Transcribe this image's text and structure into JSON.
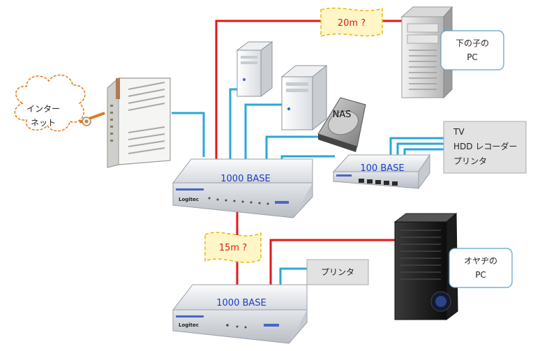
{
  "labels": {
    "internet_line1": "インター",
    "internet_line2": "ネット",
    "distance_top": "20m ?",
    "distance_middle": "15m ?",
    "kid_pc_line1": "下の子の",
    "kid_pc_line2": "PC",
    "dad_pc_line1": "オヤヂの",
    "dad_pc_line2": "PC",
    "nas": "NAS",
    "switch_main": "1000 BASE",
    "switch_small": "100 BASE",
    "switch_bottom": "1000 BASE",
    "devices_line1": "TV",
    "devices_line2": "HDD レコーダー",
    "devices_line3": "プリンタ",
    "printer_bottom": "プリンタ",
    "brand_main": "Logitec",
    "brand_bottom": "Logitec"
  },
  "colors": {
    "cable_lan": "#2aa7d8",
    "cable_long": "#e01818",
    "cable_wan": "#e07a20",
    "label_red": "#e01818",
    "label_blue": "#1a3cc8",
    "callout_fill": "#fff6c8",
    "callout_border": "#f0b400",
    "pc_box_fill": "#ffffff",
    "pc_box_border": "#5aa0c8",
    "gray_box_fill": "#e2e2e2",
    "gray_box_border": "#a8a8a8"
  }
}
